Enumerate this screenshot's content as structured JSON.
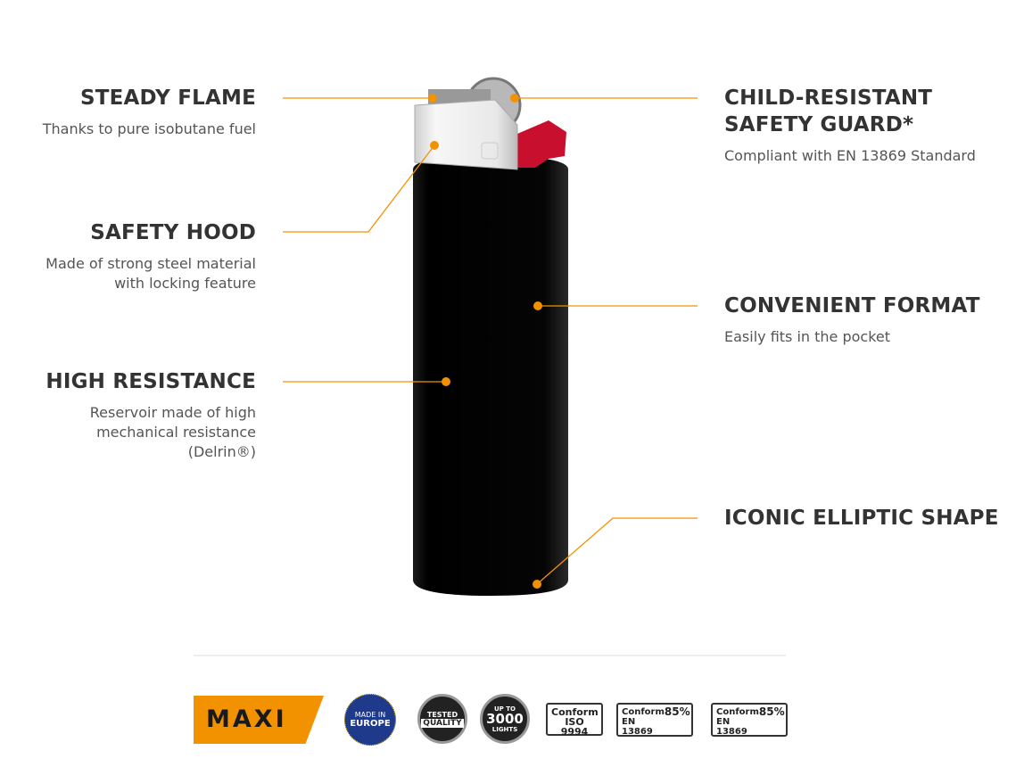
{
  "features": [
    {
      "title": "STEADY FLAME",
      "desc": [
        "Thanks to pure isobutane fuel"
      ]
    },
    {
      "title": "SAFETY HOOD",
      "desc": [
        "Made of strong steel material",
        "with locking feature"
      ]
    },
    {
      "title": "HIGH RESISTANCE",
      "desc": [
        "Reservoir made of high",
        "mechanical resistance",
        "(Delrin®)"
      ]
    },
    {
      "title": "CHILD-RESISTANT",
      "title2": "SAFETY GUARD*",
      "desc": [
        "Compliant with EN 13869 Standard"
      ]
    },
    {
      "title": "CONVENIENT FORMAT",
      "desc": [
        "Easily fits in the pocket"
      ]
    },
    {
      "title": "ICONIC ELLIPTIC SHAPE"
    }
  ],
  "badges": {
    "maxi": "MAXI",
    "europe": [
      "MADE IN",
      "EUROPE"
    ],
    "quality": [
      "TESTED",
      "QUALITY"
    ],
    "lights": [
      "UP TO",
      "3000",
      "LIGHTS"
    ],
    "iso": [
      "Conform",
      "ISO 9994"
    ],
    "en1": [
      "Conform",
      "EN 13869",
      "85%"
    ],
    "en2": [
      "Conform",
      "EN 13869",
      "85%"
    ]
  },
  "colors": {
    "accent": "#f39200",
    "text": "#333333"
  }
}
